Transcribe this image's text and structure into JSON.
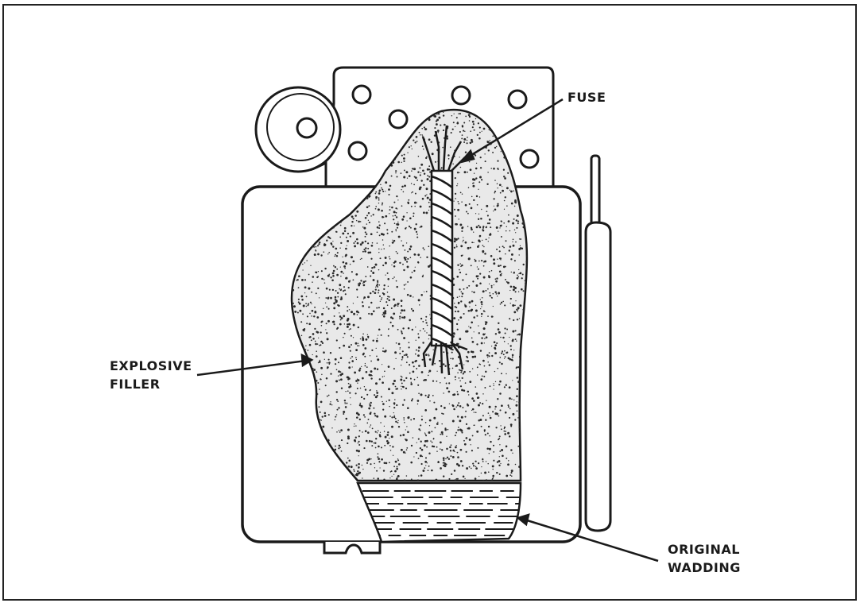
{
  "figure": {
    "labels": {
      "fuse": "FUSE",
      "explosive_filler": [
        "EXPLOSIVE",
        "FILLER"
      ],
      "original_wadding": [
        "ORIGINAL",
        "WADDING"
      ]
    }
  }
}
